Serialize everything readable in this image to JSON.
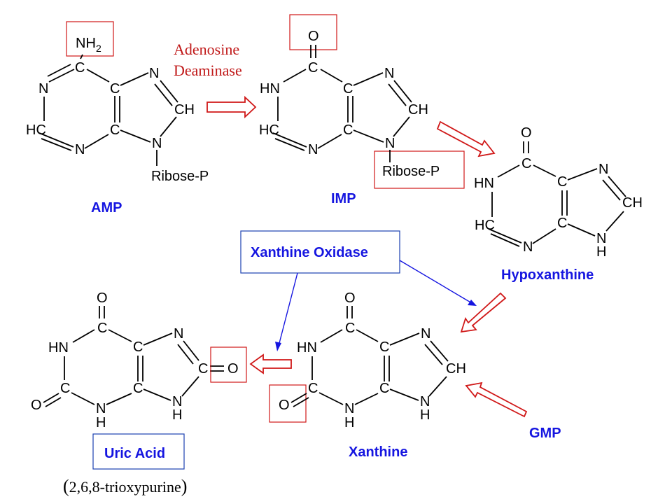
{
  "title": "",
  "enzymes": {
    "adenosine_deaminase_line1": "Adenosine",
    "adenosine_deaminase_line2": "Deaminase",
    "xanthine_oxidase": "Xanthine Oxidase"
  },
  "compounds": {
    "amp": "AMP",
    "imp": "IMP",
    "hypoxanthine": "Hypoxanthine",
    "xanthine": "Xanthine",
    "uric_acid": "Uric Acid",
    "uric_acid_alias": "2,6,8-trioxypurine",
    "gmp": "GMP"
  },
  "colors": {
    "highlight_box": "#d01818",
    "compound_label": "#1515e0",
    "enzyme_label": "#c01818",
    "enzyme_box": "#1a3fb0"
  }
}
